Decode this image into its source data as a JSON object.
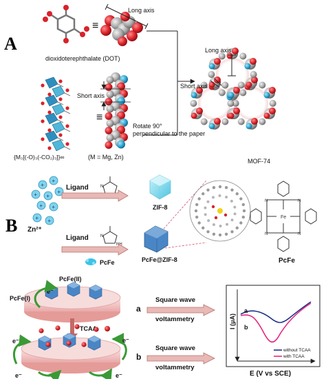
{
  "panel_a": {
    "label": "A",
    "dot_name": "dioxidoterephthalate (DOT)",
    "equiv": "≡",
    "long_axis": "Long axis",
    "short_axis": "Short axis",
    "rotate_line1": "Rotate 90°",
    "rotate_line2": "perpendicular to the paper",
    "chain_formula": "{M₃[(-O)₃(-CO₂)₃]}∞",
    "metal_note": "(M = Mg, Zn)",
    "mof_long_axis": "Long axis",
    "mof_short_axis": "Short axis",
    "mof_name": "MOF-74"
  },
  "panel_b": {
    "label": "B",
    "ligand_1": "Ligand",
    "ligand_2": "Ligand",
    "zn_ion": "Zn²⁺",
    "pcfe_small": "PcFe",
    "zif8": "ZIF-8",
    "pcfe_zif8": "PcFe@ZIF-8",
    "pcfe_molecule": "PcFe"
  },
  "panel_c": {
    "pcfe_ii": "PcFe(II)",
    "pcfe_i": "PcFe(I)",
    "electron": "e⁻",
    "tcaa": "TCAA",
    "step_a": "a",
    "step_b": "b",
    "swv_a_line1": "Square wave",
    "swv_a_line2": "voltammetry",
    "swv_b_line1": "Square wave",
    "swv_b_line2": "voltammetry",
    "plot_ylabel": "I (μA)",
    "plot_xlabel": "E (V vs SCE)",
    "curve_a": "a",
    "curve_b": "b",
    "legend_without": "without TCAA",
    "legend_with": "with TCAA",
    "curve_without_color": "#1c2f8a",
    "curve_with_color": "#e8267f"
  },
  "colors": {
    "oxygen": "#d9222a",
    "carbon": "#a8a8a8",
    "metal": "#2aa6d4",
    "zif_blue": "#4a86c5",
    "arrow_fill": "#d88b86",
    "green_arrow": "#3a9a35"
  }
}
